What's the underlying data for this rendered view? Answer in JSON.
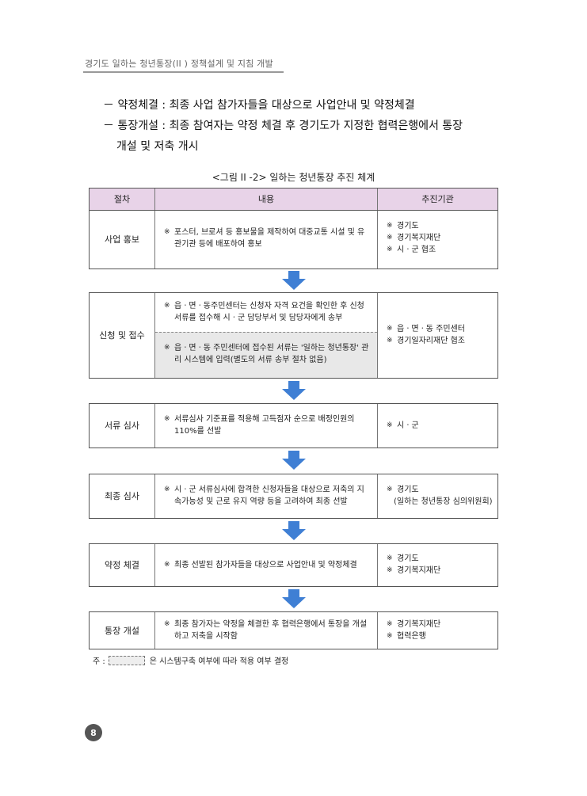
{
  "header": {
    "title": "경기도 일하는 청년통장(II ) 정책설계 및 지침 개발"
  },
  "bullets": [
    "－ 약정체결 : 최종 사업 참가자들을 대상으로 사업안내 및 약정체결",
    "－ 통장개설 : 최종 참여자는 약정 체결 후 경기도가 지정한 협력은행에서 통장",
    "개설 및 저축 개시"
  ],
  "figure_title": "<그림 II -2> 일하는 청년통장 추진 체계",
  "table": {
    "headers": [
      "절차",
      "내용",
      "추진기관"
    ],
    "marker": "※",
    "rows": [
      {
        "step": "사업 홍보",
        "content": [
          "포스터, 브로셔 등 홍보물을 제작하여 대중교통 시설 및 유관기관 등에 배포하여 홍보"
        ],
        "agency": [
          "경기도",
          "경기복지재단",
          "시ㆍ군 협조"
        ]
      },
      {
        "step": "신청 및 접수",
        "content": [
          "읍ㆍ면ㆍ동주민센터는 신청자 자격 요건을 확인한 후 신청서류를 접수해 시ㆍ군 담당부서 및 담당자에게 송부",
          "읍ㆍ면ㆍ동 주민센터에 접수된 서류는 '일하는 청년통장' 관리 시스템에 입력(별도의 서류 송부 절차 없음)"
        ],
        "agency": [
          "읍ㆍ면ㆍ동 주민센터",
          "경기일자리재단 협조"
        ]
      },
      {
        "step": "서류 심사",
        "content": [
          "서류심사 기준표를 적용해 고득점자 순으로 배정인원의 110%를 선발"
        ],
        "agency": [
          "시ㆍ군"
        ]
      },
      {
        "step": "최종 심사",
        "content": [
          "시ㆍ군 서류심사에 합격한 신청자들을 대상으로 저축의 지속가능성 및 근로 유지 역량 등을 고려하여 최종 선발"
        ],
        "agency": [
          "경기도",
          "(일하는 청년통장 심의위원회)"
        ]
      },
      {
        "step": "약정 체결",
        "content": [
          "최종 선발된 참가자들을 대상으로 사업안내 및 약정체결"
        ],
        "agency": [
          "경기도",
          "경기복지재단"
        ]
      },
      {
        "step": "통장 개설",
        "content": [
          "최종 참가자는 약정을 체결한 후 협력은행에서 통장을 개설하고 저축을 시작함"
        ],
        "agency": [
          "경기복지재단",
          "협력은행"
        ]
      }
    ]
  },
  "note": {
    "prefix": "주 :",
    "text": "은 시스템구축 여부에 따라 적용 여부 결정"
  },
  "page_number": "8",
  "colors": {
    "header_fill": "#e8d3e8",
    "arrow": "#3f7fd4",
    "shaded": "#e8e8e8"
  }
}
